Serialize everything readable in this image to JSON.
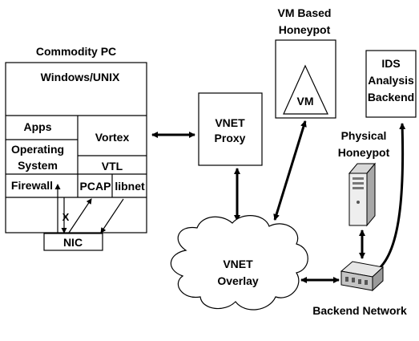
{
  "commodity_pc": {
    "title": "Commodity PC",
    "os_label": "Windows/UNIX",
    "apps": "Apps",
    "operating_system_line1": "Operating",
    "operating_system_line2": "System",
    "firewall": "Firewall",
    "vortex": "Vortex",
    "vtl": "VTL",
    "pcap": "PCAP",
    "libnet": "libnet",
    "x_mark": "X",
    "nic": "NIC"
  },
  "vnet_proxy": {
    "line1": "VNET",
    "line2": "Proxy"
  },
  "vm_honeypot": {
    "title_line1": "VM Based",
    "title_line2": "Honeypot",
    "vm": "VM"
  },
  "ids_backend": {
    "line1": "IDS",
    "line2": "Analysis",
    "line3": "Backend"
  },
  "physical_honeypot": {
    "line1": "Physical",
    "line2": "Honeypot"
  },
  "vnet_overlay": {
    "line1": "VNET",
    "line2": "Overlay"
  },
  "backend_network": {
    "label": "Backend Network"
  }
}
